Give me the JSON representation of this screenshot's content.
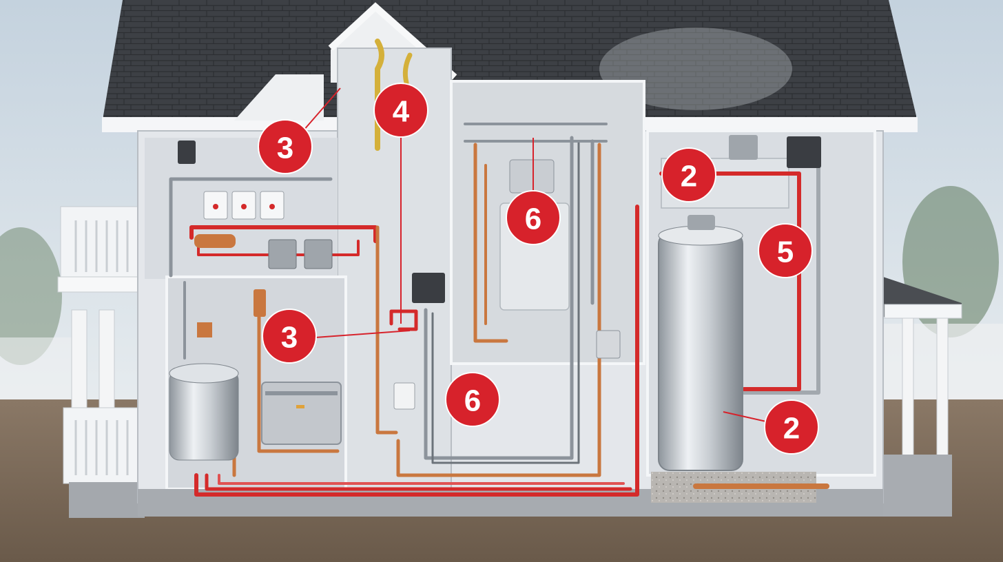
{
  "callouts": [
    {
      "id": "c1",
      "label": "3"
    },
    {
      "id": "c2",
      "label": "4"
    },
    {
      "id": "c3",
      "label": "6"
    },
    {
      "id": "c4",
      "label": "2"
    },
    {
      "id": "c5",
      "label": "5"
    },
    {
      "id": "c6",
      "label": "3"
    },
    {
      "id": "c7",
      "label": "6"
    },
    {
      "id": "c8",
      "label": "2"
    }
  ],
  "colors": {
    "callout": "#d7222b",
    "hot_pipe": "#d42a2a",
    "copper_pipe": "#c9773f",
    "gray_pipe": "#8c939b",
    "roof": "#3b3d42",
    "wall": "#dfe3e8",
    "trim": "#f4f6f8",
    "ground": "#7b6a58"
  }
}
